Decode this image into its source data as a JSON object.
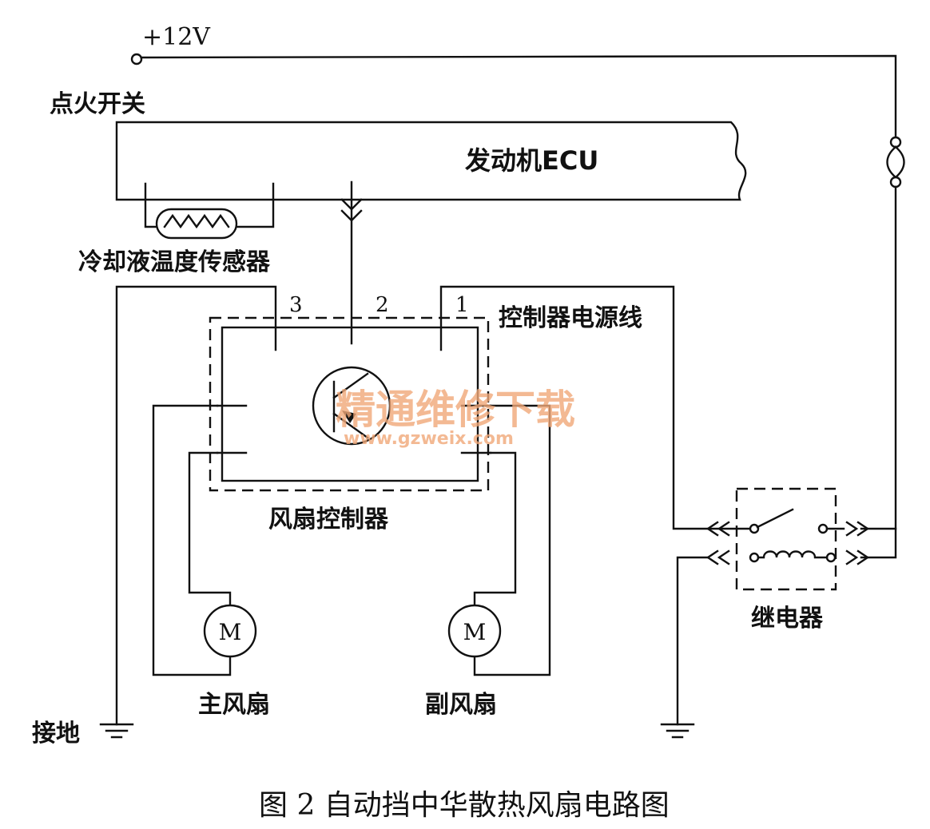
{
  "supply": {
    "label": "+12V"
  },
  "ignition": {
    "label": "点火开关"
  },
  "ecu": {
    "label": "发动机ECU"
  },
  "sensor": {
    "label": "冷却液温度传感器"
  },
  "controller": {
    "label": "风扇控制器",
    "pins": [
      "3",
      "2",
      "1"
    ],
    "power_line_label": "控制器电源线"
  },
  "fans": {
    "main": "主风扇",
    "aux": "副风扇",
    "motor_symbol": "M"
  },
  "relay": {
    "label": "继电器"
  },
  "ground": {
    "label": "接地"
  },
  "watermark": {
    "line1": "精通维修下载",
    "line2": "www.gzweix.com",
    "color": "#f0a878"
  },
  "caption": {
    "text": "图 2  自动挡中华散热风扇电路图"
  }
}
